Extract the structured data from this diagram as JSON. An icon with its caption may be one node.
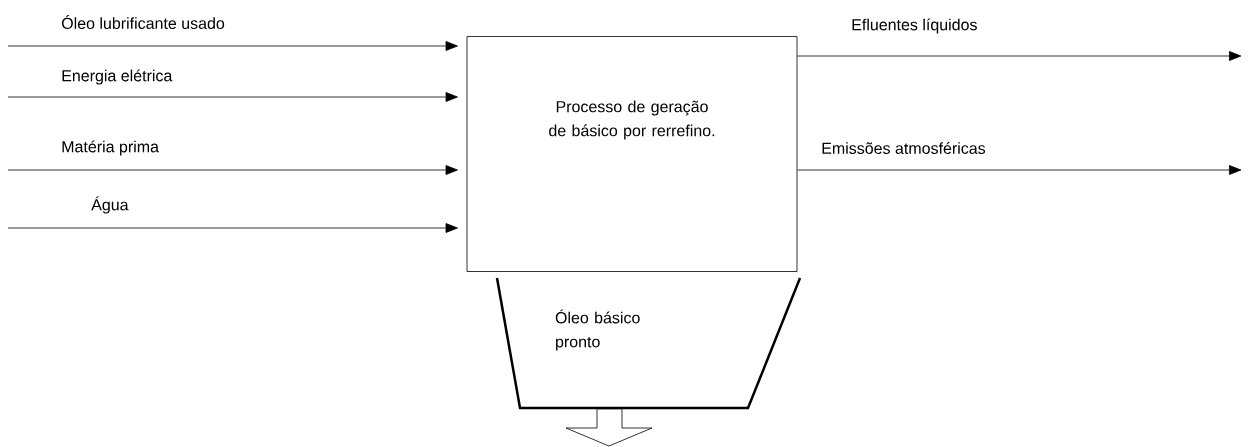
{
  "diagram": {
    "nodes": [
      {
        "text": [
          "Processo de geração de básico por rerrefino."
        ]
      },
      {
        "text": [
          "Óleo básico pronto"
        ]
      }
    ],
    "edges": [
      {
        "from": null,
        "to": 0,
        "arrow": "to",
        "label": "Óleo lubrificante usado"
      },
      {
        "from": null,
        "to": 0,
        "arrow": "to",
        "label": "Energia elétrica"
      },
      {
        "from": null,
        "to": 0,
        "arrow": "to",
        "label": "Matéria prima"
      },
      {
        "from": null,
        "to": 0,
        "arrow": "to",
        "label": "Água"
      },
      {
        "from": 0,
        "to": null,
        "arrow": "to",
        "label": "Efluentes líquidos"
      },
      {
        "from": 0,
        "to": null,
        "arrow": "to",
        "label": "Emissões atmosféricas"
      },
      {
        "from": 1,
        "to": null,
        "arrow": "to"
      }
    ]
  }
}
